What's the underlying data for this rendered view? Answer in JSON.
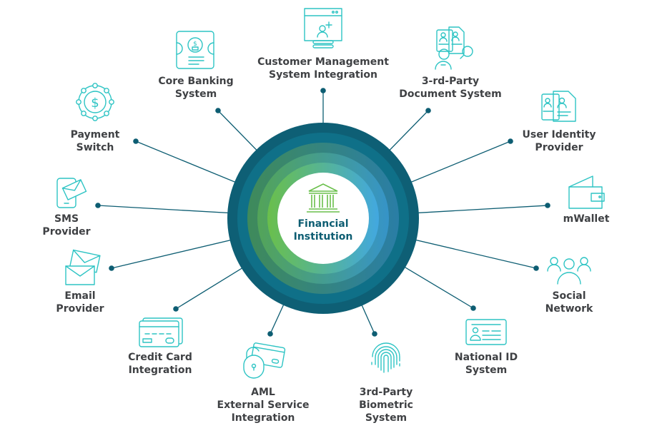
{
  "colors": {
    "connector": "#0d5d72",
    "icon_stroke": "#2ec4c4",
    "bank_icon": "#6abf4b",
    "label_text": "#3f4144",
    "center_text": "#0d5d72",
    "ring_outer": "#0e5f75",
    "ring_second": "#0f7088",
    "gradient_left": "#6abf4b",
    "gradient_right": "#42a8e0"
  },
  "center": {
    "icon": "bank-icon",
    "lines": [
      "Financial",
      "Institution"
    ]
  },
  "nodes": [
    {
      "id": "customer-management",
      "icon": "crm-browser-icon",
      "lines": [
        "Customer Management",
        "System Integration"
      ]
    },
    {
      "id": "third-party-document",
      "icon": "document-search-icon",
      "lines": [
        "3-rd-Party",
        "Document System"
      ]
    },
    {
      "id": "user-identity",
      "icon": "identity-documents-icon",
      "lines": [
        "User Identity",
        "Provider"
      ]
    },
    {
      "id": "mwallet",
      "icon": "wallet-icon",
      "lines": [
        "mWallet"
      ]
    },
    {
      "id": "social-network",
      "icon": "people-group-icon",
      "lines": [
        "Social",
        "Network"
      ]
    },
    {
      "id": "national-id",
      "icon": "id-card-icon",
      "lines": [
        "National ID",
        "System"
      ]
    },
    {
      "id": "biometric",
      "icon": "fingerprint-icon",
      "lines": [
        "3rd-Party",
        "Biometric",
        "System"
      ]
    },
    {
      "id": "aml",
      "icon": "padlock-card-icon",
      "lines": [
        "AML",
        "External Service",
        "Integration"
      ]
    },
    {
      "id": "credit-card",
      "icon": "credit-card-icon",
      "lines": [
        "Credit Card",
        "Integration"
      ]
    },
    {
      "id": "email",
      "icon": "envelopes-icon",
      "lines": [
        "Email",
        "Provider"
      ]
    },
    {
      "id": "sms",
      "icon": "phone-message-icon",
      "lines": [
        "SMS",
        "Provider"
      ]
    },
    {
      "id": "payment-switch",
      "icon": "payment-network-icon",
      "lines": [
        "Payment",
        "Switch"
      ]
    },
    {
      "id": "core-banking",
      "icon": "banking-note-icon",
      "lines": [
        "Core Banking",
        "System"
      ]
    }
  ]
}
